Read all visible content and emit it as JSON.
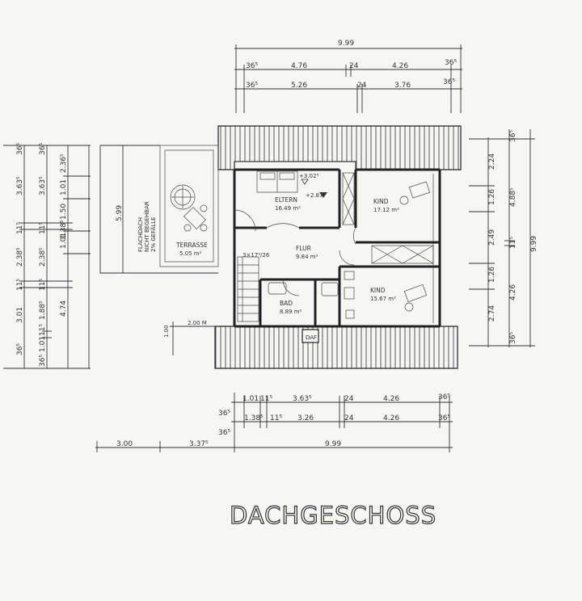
{
  "title": "DACHGESCHOSS",
  "rooms": {
    "eltern": {
      "name": "ELTERN",
      "area": "16.49 m²"
    },
    "kind_top": {
      "name": "KIND",
      "area": "17.12 m²"
    },
    "flur": {
      "name": "FLUR",
      "area": "9.84 m²"
    },
    "bad": {
      "name": "BAD",
      "area": "8.89 m²"
    },
    "kind_bottom": {
      "name": "KIND",
      "area": "15.67 m²"
    },
    "terrasse": {
      "name": "TERRASSE",
      "area": "5.05 m²"
    }
  },
  "annotations": {
    "flachdach_1": "FLACHDACH",
    "flachdach_2": "NICHT BEGEHBAR",
    "flachdach_3": "2% GEFÄLLE",
    "height_1": "+3.02⁵",
    "height_2": "+2.87⁵",
    "stairs": "3×17⁹/26",
    "dachboden": "DAF",
    "two_m": "2.00 M",
    "terrace_width": "5.99"
  },
  "dims": {
    "top_total": "9.99",
    "top_row1": [
      "36⁵",
      "4.76",
      "24",
      "4.26",
      "36⁵"
    ],
    "top_row2": [
      "36⁵",
      "5.26",
      "24",
      "3.76",
      "36⁵"
    ],
    "left_col1": [
      "36⁵",
      "3.63⁵",
      "11⁵",
      "2.38⁵",
      "11⁵",
      "3.01",
      "36⁵"
    ],
    "left_col2": [
      "36⁵",
      "3.63⁵",
      "11⁵",
      "2.38⁵",
      "11⁵",
      "1.88⁵",
      "11⁵",
      "1.01",
      "36⁵"
    ],
    "left_col3": [
      "2.36⁵",
      "1.01",
      "1.50",
      "1.01",
      "1.38⁵",
      "4.74"
    ],
    "right_col1": [
      "2.24",
      "1.26",
      "2.49",
      "1.26",
      "2.74"
    ],
    "right_col2": [
      "36⁵",
      "4.88⁵",
      "11⁵",
      "4.26",
      "36⁵"
    ],
    "right_total": "9.99",
    "bottom_row1": [
      "1.01",
      "11⁵",
      "3.63⁵",
      "24",
      "4.26",
      "36⁵"
    ],
    "bottom_row2": [
      "36⁵",
      "1.38⁵",
      "11⁵",
      "3.26",
      "24",
      "4.26",
      "36⁵"
    ],
    "bottom_total": [
      "3.00",
      "3.37⁵",
      "9.99"
    ],
    "small_left": "1.00",
    "small_36": "36⁵"
  }
}
